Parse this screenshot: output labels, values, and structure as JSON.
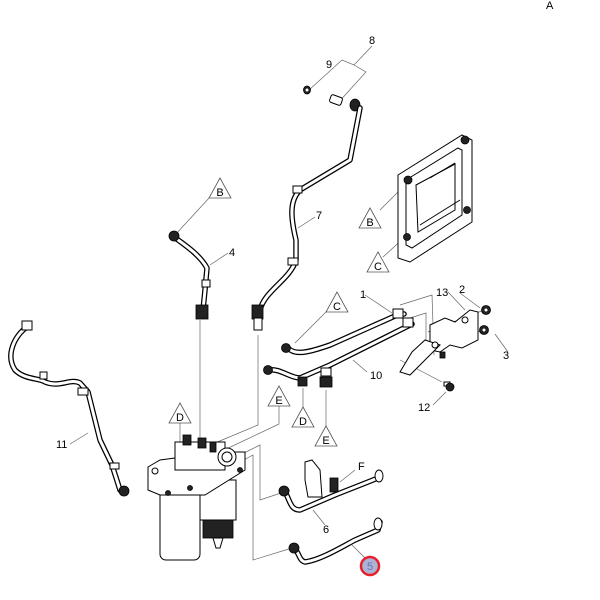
{
  "view_label": "A",
  "callouts": [
    {
      "id": "1",
      "label": "1"
    },
    {
      "id": "2",
      "label": "2"
    },
    {
      "id": "3",
      "label": "3"
    },
    {
      "id": "4",
      "label": "4"
    },
    {
      "id": "5",
      "label": "5",
      "highlighted": true,
      "highlight_color": "#e8202a",
      "fill_color": "#a9b4d8"
    },
    {
      "id": "6",
      "label": "6"
    },
    {
      "id": "7",
      "label": "7"
    },
    {
      "id": "8",
      "label": "8"
    },
    {
      "id": "9",
      "label": "9"
    },
    {
      "id": "10",
      "label": "10"
    },
    {
      "id": "11",
      "label": "11"
    },
    {
      "id": "12",
      "label": "12"
    },
    {
      "id": "13",
      "label": "13"
    }
  ],
  "connection_markers": [
    {
      "id": "B1",
      "label": "B"
    },
    {
      "id": "B2",
      "label": "B"
    },
    {
      "id": "C1",
      "label": "C"
    },
    {
      "id": "C2",
      "label": "C"
    },
    {
      "id": "D1",
      "label": "D"
    },
    {
      "id": "D2",
      "label": "D"
    },
    {
      "id": "E1",
      "label": "E"
    },
    {
      "id": "E2",
      "label": "E"
    },
    {
      "id": "F1",
      "label": "F"
    }
  ]
}
